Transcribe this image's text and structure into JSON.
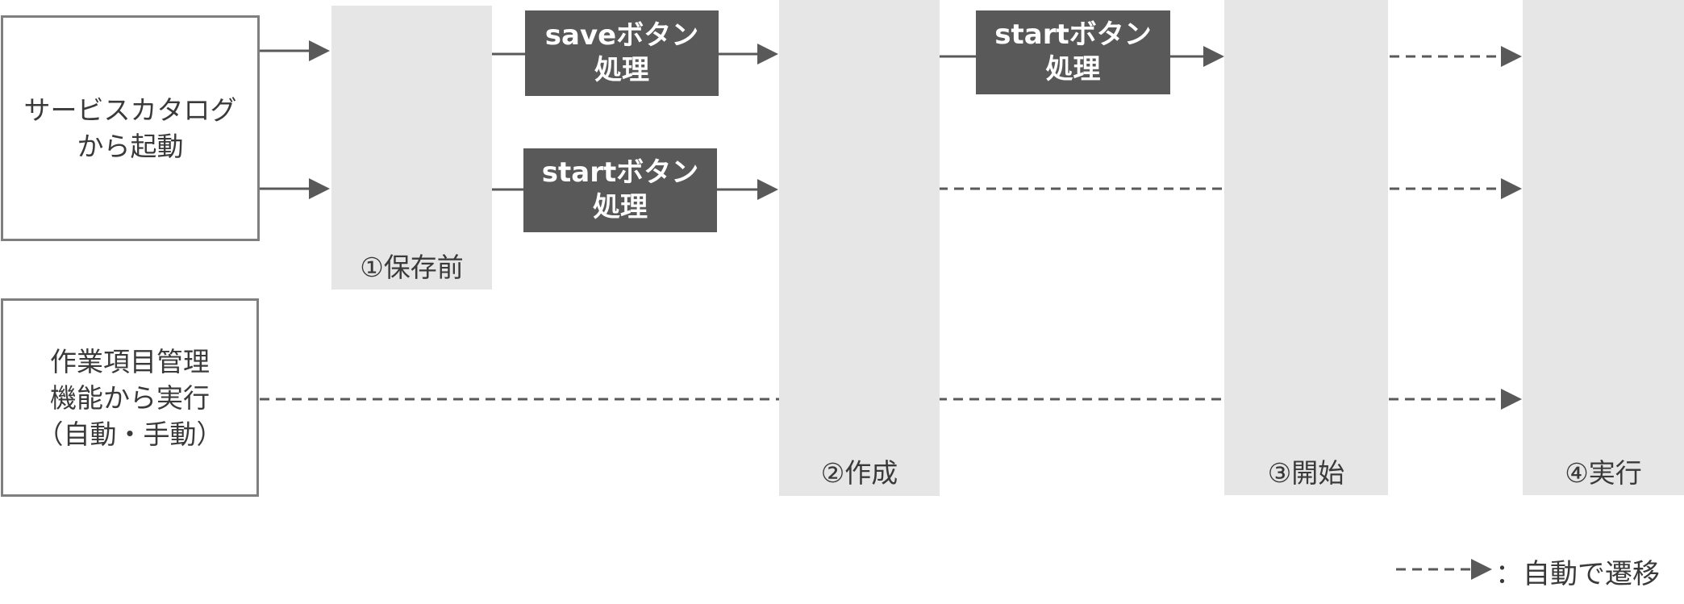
{
  "sources": [
    {
      "id": "catalog",
      "lines": [
        "サービスカタログ",
        "から起動"
      ]
    },
    {
      "id": "workitem",
      "lines": [
        "作業項目管理",
        "機能から実行",
        "（自動・手動）"
      ]
    }
  ],
  "states": [
    {
      "id": "before-save",
      "label": "①保存前"
    },
    {
      "id": "created",
      "label": "②作成"
    },
    {
      "id": "started",
      "label": "③開始"
    },
    {
      "id": "executed",
      "label": "④実行"
    }
  ],
  "processes": [
    {
      "id": "save-process-1",
      "lines": [
        "saveボタン",
        "処理"
      ]
    },
    {
      "id": "start-process-1",
      "lines": [
        "startボタン",
        "処理"
      ]
    },
    {
      "id": "start-process-2",
      "lines": [
        "startボタン",
        "処理"
      ]
    }
  ],
  "legend": {
    "label": "：自動で遷移"
  },
  "colors": {
    "column_fill": "#e6e6e6",
    "process_fill": "#595959",
    "arrow": "#595959",
    "border": "#7f7f7f",
    "text": "#3a3a3a"
  }
}
